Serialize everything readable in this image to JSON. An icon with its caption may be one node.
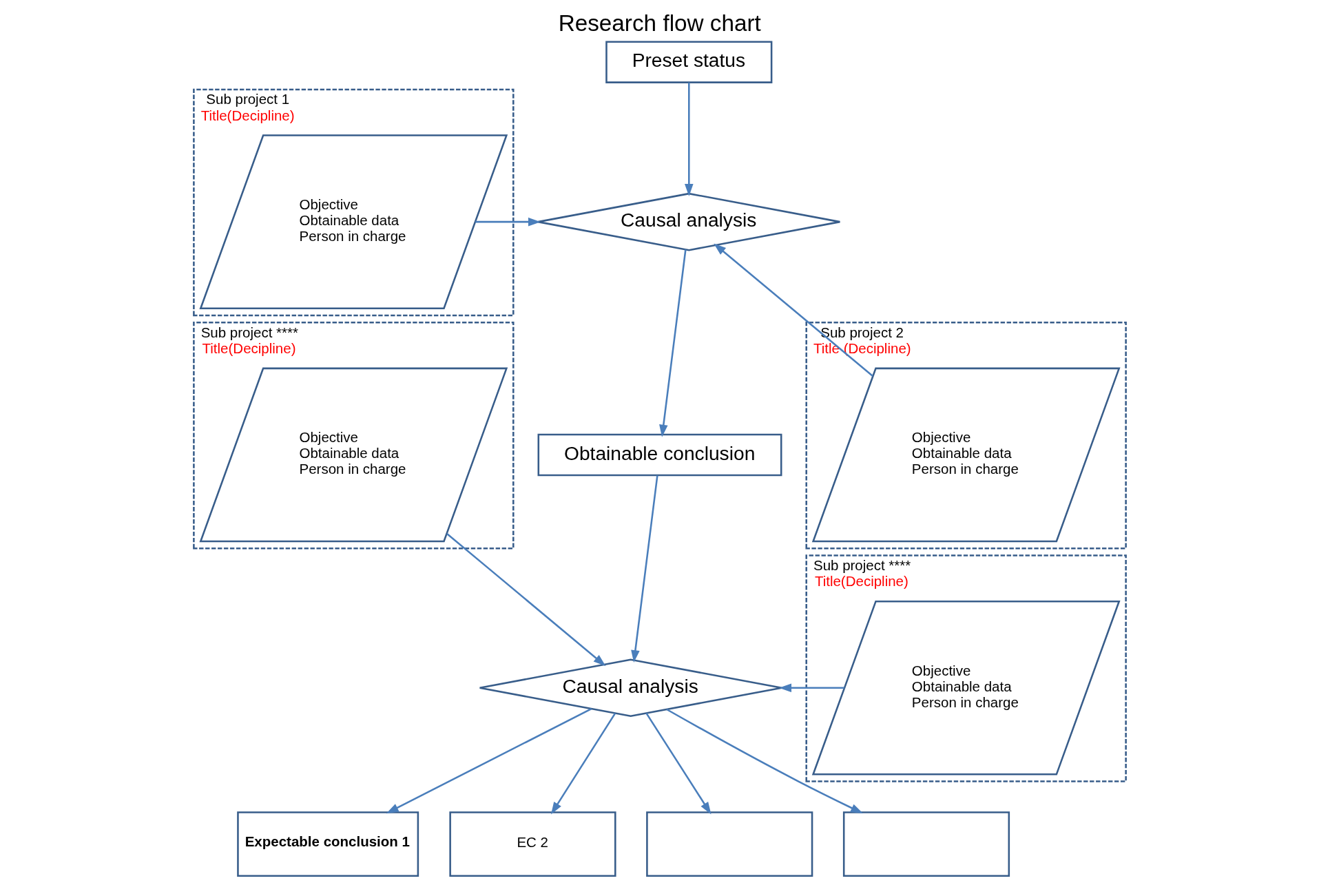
{
  "diagram": {
    "title": "Research flow chart",
    "nodes": [
      {
        "text": [
          "Sub project 1",
          "Title(Decipline)"
        ]
      },
      {
        "text": [
          "Objective",
          "Obtainable data",
          "Person in charge"
        ],
        "in": 0
      },
      {
        "text": [
          "Preset status"
        ]
      },
      {
        "text": [
          "Causal analysis"
        ]
      },
      {
        "text": [
          "Sub project 2",
          "Title (Decipline)"
        ]
      },
      {
        "text": [
          "Objective",
          "Obtainable data",
          "Person in charge"
        ],
        "in": 4
      },
      {
        "text": [
          "Obtainable conclusion"
        ]
      },
      {
        "text": [
          "Sub project ****",
          "Title(Decipline)"
        ]
      },
      {
        "text": [
          "Objective",
          "Obtainable data",
          "Person in charge"
        ],
        "in": 7
      },
      {
        "text": [
          "Causal analysis"
        ]
      },
      {
        "text": [
          "Sub project ****",
          "Title(Decipline)"
        ]
      },
      {
        "text": [
          "Objective",
          "Obtainable data",
          "Person in charge"
        ],
        "in": 10
      },
      {
        "text": [
          "Expectable conclusion 1"
        ]
      },
      {
        "text": [
          "EC 2"
        ]
      },
      {
        "text": [],
        "shape": "box"
      },
      {
        "text": [],
        "shape": "box"
      }
    ],
    "edges": [
      {
        "from": 2,
        "to": 3,
        "arrow": "to"
      },
      {
        "from": 1,
        "to": 3,
        "arrow": "to"
      },
      {
        "from": 5,
        "to": 3,
        "arrow": "to"
      },
      {
        "from": 3,
        "to": 6,
        "arrow": "to"
      },
      {
        "from": 6,
        "to": 9,
        "arrow": "to"
      },
      {
        "from": 8,
        "to": 9,
        "arrow": "to"
      },
      {
        "from": 11,
        "to": 9,
        "arrow": "to"
      },
      {
        "from": 9,
        "to": 12,
        "arrow": "to"
      },
      {
        "from": 9,
        "to": 13,
        "arrow": "to"
      },
      {
        "from": 9,
        "to": 14,
        "arrow": "to"
      },
      {
        "from": 9,
        "to": 15,
        "arrow": "to"
      }
    ]
  }
}
